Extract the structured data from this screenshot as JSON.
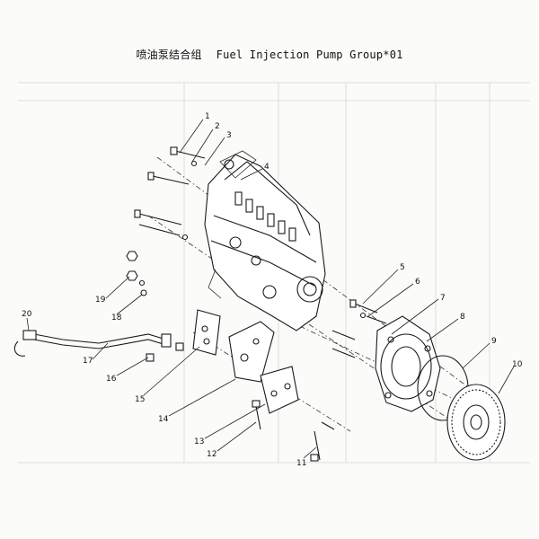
{
  "title": {
    "zh": "喷油泵结合组",
    "en": "Fuel Injection Pump Group*01"
  },
  "callouts": [
    {
      "label": "1"
    },
    {
      "label": "2"
    },
    {
      "label": "3"
    },
    {
      "label": "4"
    },
    {
      "label": "5"
    },
    {
      "label": "6"
    },
    {
      "label": "7"
    },
    {
      "label": "8"
    },
    {
      "label": "9"
    },
    {
      "label": "10"
    },
    {
      "label": "11"
    },
    {
      "label": "12"
    },
    {
      "label": "13"
    },
    {
      "label": "14"
    },
    {
      "label": "15"
    },
    {
      "label": "16"
    },
    {
      "label": "17"
    },
    {
      "label": "18"
    },
    {
      "label": "19"
    },
    {
      "label": "20"
    }
  ],
  "colors": {
    "ink": "#1a1a1a",
    "ghost_table": "#c8c8c6",
    "paper": "#fbfbfa"
  }
}
